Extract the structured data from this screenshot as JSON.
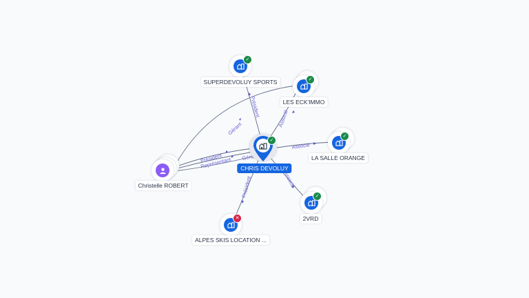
{
  "colors": {
    "background": "#f9fafc",
    "company_blue": "#1565e0",
    "person_purple": "#8b5cf6",
    "active_badge": "#1a8a4a",
    "inactive_badge": "#d62347",
    "edge": "#5f6b85",
    "edge_label": "#6a63d6"
  },
  "center_node": {
    "id": "chris-devoluy",
    "label": "CHRIS DEVOLUY",
    "type": "company",
    "icon": "building-icon",
    "status": "active",
    "status_icon": "check-icon"
  },
  "nodes": [
    {
      "id": "superdevoluy-sports",
      "label": "SUPERDEVOLUY SPORTS",
      "type": "company",
      "icon": "building-icon",
      "status": "active",
      "status_icon": "check-icon"
    },
    {
      "id": "les-eck-immo",
      "label": "LES ECK'IMMO",
      "type": "company",
      "icon": "building-icon",
      "status": "active",
      "status_icon": "check-icon"
    },
    {
      "id": "la-salle-orange",
      "label": "LA SALLE ORANGE",
      "type": "company",
      "icon": "building-icon",
      "status": "active",
      "status_icon": "check-icon"
    },
    {
      "id": "2vrd",
      "label": "2VRD",
      "type": "company",
      "icon": "building-icon",
      "status": "active",
      "status_icon": "check-icon"
    },
    {
      "id": "alpes-skis",
      "label": "ALPES SKIS LOCATION ...",
      "type": "company",
      "icon": "building-icon",
      "status": "inactive",
      "status_icon": "cross-icon"
    },
    {
      "id": "christelle-robert",
      "label": "Christelle ROBERT",
      "type": "person",
      "icon": "person-icon"
    }
  ],
  "edges": [
    {
      "from": "chris-devoluy",
      "to": "superdevoluy-sports",
      "label": "Président"
    },
    {
      "from": "chris-devoluy",
      "to": "les-eck-immo",
      "label": "Associé"
    },
    {
      "from": "chris-devoluy",
      "to": "la-salle-orange",
      "label": "Associé"
    },
    {
      "from": "chris-devoluy",
      "to": "2vrd",
      "label": "Associé"
    },
    {
      "from": "chris-devoluy",
      "to": "alpes-skis",
      "label": "Président"
    },
    {
      "from": "christelle-robert",
      "to": "les-eck-immo",
      "label": "Gérant"
    },
    {
      "from": "christelle-robert",
      "to": "chris-devoluy",
      "label": "Président"
    },
    {
      "from": "christelle-robert",
      "to": "chris-devoluy",
      "label": "Représentant"
    },
    {
      "from": "christelle-robert",
      "to": "chris-devoluy",
      "label": "Gérant"
    }
  ]
}
